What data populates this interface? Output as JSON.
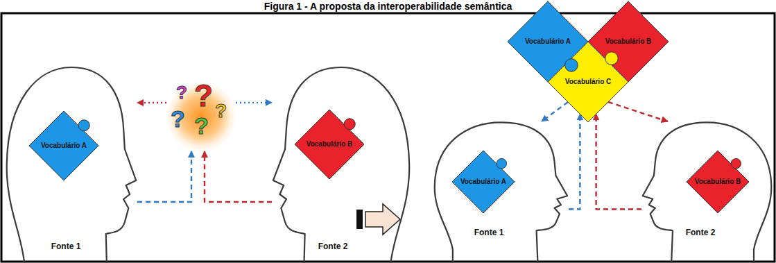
{
  "diagram": {
    "title": "Figura 1 - A proposta da interoperabilidade semântica",
    "nodes": [
      {
        "text": [
          "Fonte 1"
        ]
      },
      {
        "text": [
          "Vocabulário A"
        ],
        "in": 0
      },
      {
        "text": [
          "?",
          "?",
          "?",
          "?",
          "?"
        ]
      },
      {
        "text": [
          "Fonte 2"
        ]
      },
      {
        "text": [
          "Vocabulário B"
        ],
        "in": 3
      },
      {
        "text": [
          "Vocabulário A"
        ]
      },
      {
        "text": [
          "Vocabulário B"
        ]
      },
      {
        "text": [
          "Vocabulário C"
        ]
      },
      {
        "text": [
          "Fonte 1"
        ]
      },
      {
        "text": [
          "Vocabulário A"
        ],
        "in": 8
      },
      {
        "text": [
          "Fonte 2"
        ]
      },
      {
        "text": [
          "Vocabulário B"
        ],
        "in": 10
      }
    ],
    "edges": [
      {
        "from": 0,
        "to": 2,
        "arrow": "to"
      },
      {
        "from": 3,
        "to": 2,
        "arrow": "to"
      },
      {
        "from": 2,
        "to": 0,
        "arrow": "to"
      },
      {
        "from": 2,
        "to": 3,
        "arrow": "to"
      },
      {
        "from": 8,
        "to": 7,
        "arrow": "to"
      },
      {
        "from": 10,
        "to": 7,
        "arrow": "to"
      },
      {
        "from": 7,
        "to": 8,
        "arrow": "to"
      },
      {
        "from": 7,
        "to": 10,
        "arrow": "to"
      }
    ]
  }
}
